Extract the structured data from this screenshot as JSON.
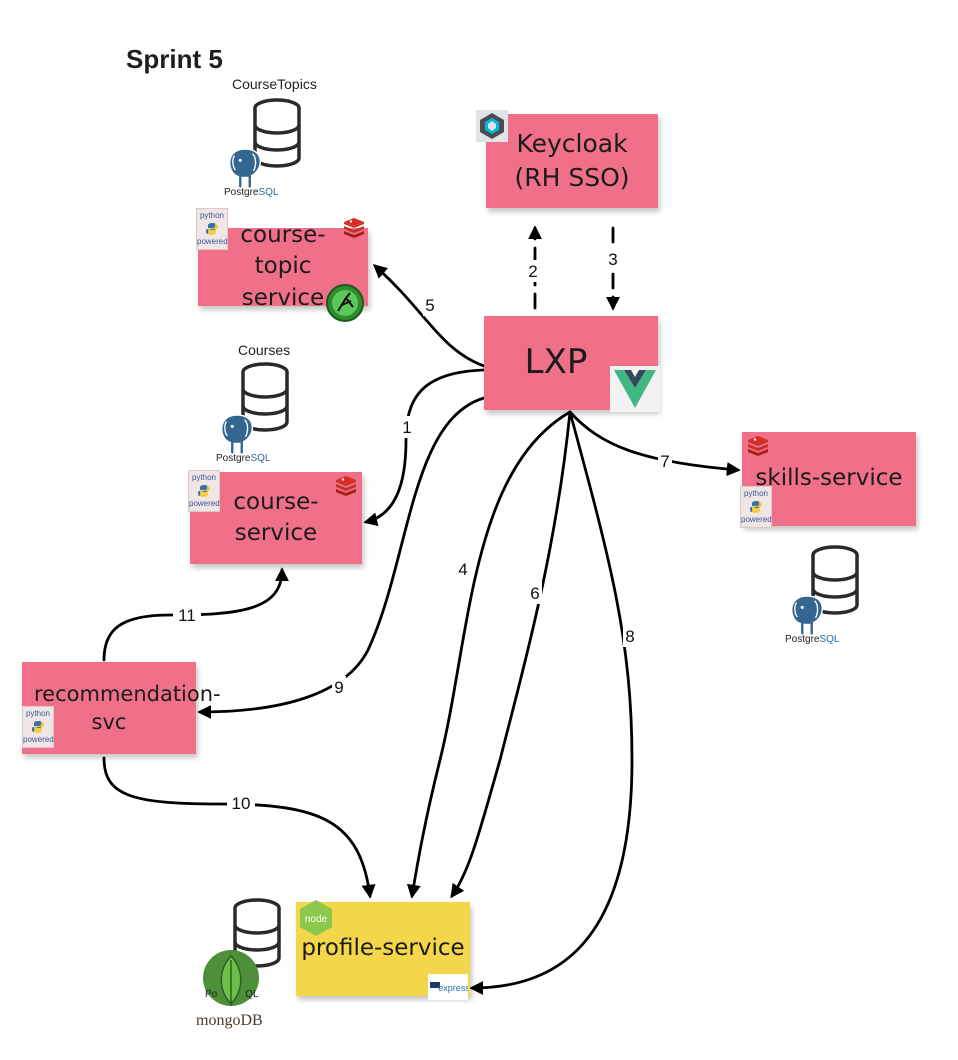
{
  "title": "Sprint 5",
  "databases": {
    "course_topics_label": "CourseTopics",
    "courses_label": "Courses",
    "postgres_text_a": "Postgre",
    "postgres_text_b": "SQL",
    "mongo_text": "mongoDB",
    "mongo_partial": "Po",
    "mongo_partial2": "QL"
  },
  "services": {
    "keycloak": "Keycloak (RH SSO)",
    "course_topic": "course-topic service",
    "lxp": "LXP",
    "course": "course-service",
    "skills": "skills-service",
    "recommendation": "recommendation-svc",
    "profile": "profile-service"
  },
  "badges": {
    "python_top": "python",
    "python_bottom": "powered",
    "node": "node",
    "express": "express"
  },
  "edges": [
    {
      "label": "1",
      "from": "LXP",
      "to": "course-service"
    },
    {
      "label": "2",
      "from": "LXP",
      "to": "Keycloak (RH SSO)"
    },
    {
      "label": "3",
      "from": "Keycloak (RH SSO)",
      "to": "LXP"
    },
    {
      "label": "4",
      "from": "LXP",
      "to": "profile-service"
    },
    {
      "label": "5",
      "from": "LXP",
      "to": "course-topic service"
    },
    {
      "label": "6",
      "from": "LXP",
      "to": "profile-service"
    },
    {
      "label": "7",
      "from": "LXP",
      "to": "skills-service"
    },
    {
      "label": "8",
      "from": "LXP",
      "to": "profile-service"
    },
    {
      "label": "9",
      "from": "LXP",
      "to": "recommendation-svc"
    },
    {
      "label": "10",
      "from": "recommendation-svc",
      "to": "profile-service"
    },
    {
      "label": "11",
      "from": "recommendation-svc",
      "to": "course-service"
    }
  ],
  "colors": {
    "note_pink": "#ef7088",
    "note_yellow": "#f4d64a",
    "edge": "#000000",
    "vue_green": "#41b883",
    "vue_dark": "#35495e",
    "redis_red": "#d82c20",
    "postgres_blue": "#336791",
    "mongo_green": "#4faa41"
  }
}
